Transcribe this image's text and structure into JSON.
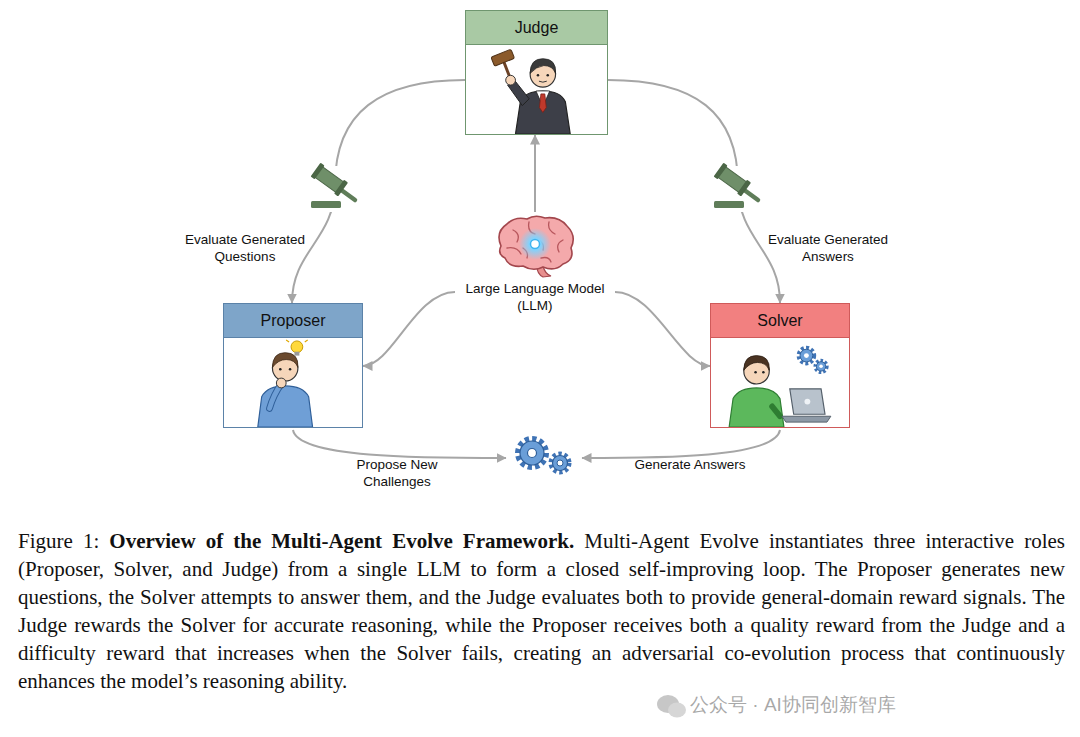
{
  "diagram": {
    "caption": "Figure 1: Overview of the Multi-Agent Evolve Framework. Multi-Agent Evolve instantiates three interactive roles (Proposer, Solver, and Judge) from a single LLM to form a closed self-improving loop. The Proposer generates new questions, the Solver attempts to answer them, and the Judge evaluates both to provide general-domain reward signals. The Judge rewards the Solver for accurate reasoning, while the Proposer receives both a quality reward from the Judge and a difficulty reward that increases when the Solver fails, creating an adversarial co-evolution process that continuously enhances the model’s reasoning ability.",
    "nodes": [
      {
        "text": [
          "Judge"
        ]
      },
      {
        "text": [
          "Large Language Model (LLM)"
        ]
      },
      {
        "text": [
          "Proposer"
        ]
      },
      {
        "text": [
          "Solver"
        ]
      }
    ],
    "edges": [
      {
        "from": 0,
        "to": 2,
        "arrow": "to",
        "label": "Evaluate Generated Questions"
      },
      {
        "from": 0,
        "to": 3,
        "arrow": "to",
        "label": "Evaluate Generated Answers"
      },
      {
        "from": 1,
        "to": 0,
        "arrow": "to"
      },
      {
        "from": 1,
        "to": 2,
        "arrow": "to"
      },
      {
        "from": 1,
        "to": 3,
        "arrow": "to"
      }
    ],
    "labels": [
      "Propose New Challenges",
      "Generate Answers",
      "公众号 · AI协同创新智库"
    ]
  }
}
